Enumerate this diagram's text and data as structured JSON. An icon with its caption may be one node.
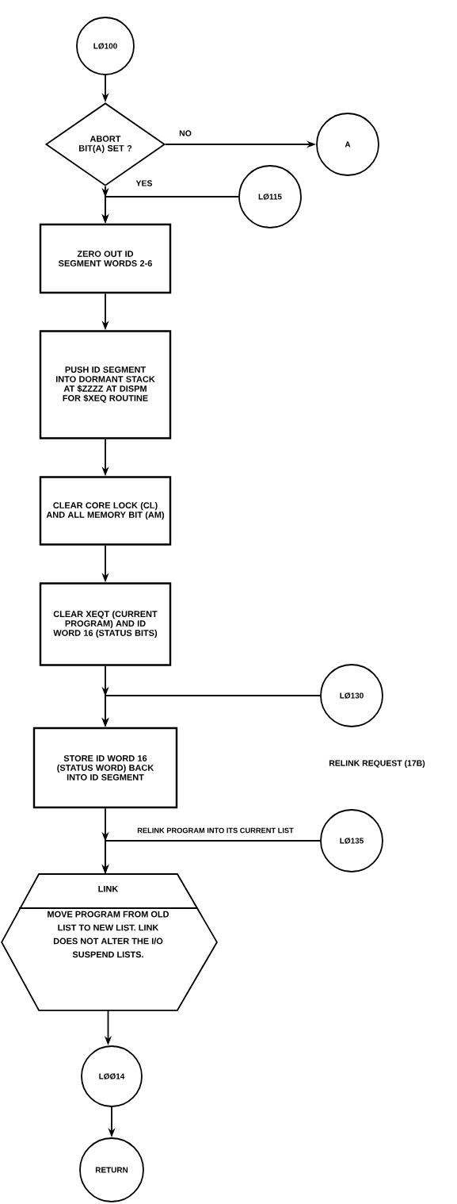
{
  "diagram": {
    "nodes": [
      {
        "text": [
          "LØ100"
        ]
      },
      {
        "text": [
          "ABORT BIT(A) SET ?"
        ]
      },
      {
        "text": [
          "A"
        ]
      },
      {
        "text": [
          "LØ115"
        ]
      },
      {
        "text": [
          "ZERO OUT ID SEGMENT WORDS 2-6"
        ]
      },
      {
        "text": [
          "PUSH ID SEGMENT INTO DORMANT STACK AT $ZZZZ AT DISPM FOR $XEQ ROUTINE"
        ]
      },
      {
        "text": [
          "CLEAR CORE LOCK (CL) AND ALL MEMORY BIT (AM)"
        ]
      },
      {
        "text": [
          "CLEAR XEQT (CURRENT PROGRAM) AND ID WORD 16 (STATUS BITS)"
        ]
      },
      {
        "text": [
          "LØ130"
        ]
      },
      {
        "text": [
          "STORE ID WORD 16 (STATUS WORD) BACK INTO ID SEGMENT"
        ]
      },
      {
        "text": [
          "LØ135"
        ]
      },
      {
        "text": [
          "LINK",
          "MOVE PROGRAM FROM OLD LIST TO NEW LIST. LINK DOES NOT ALTER THE I/O SUSPEND LISTS."
        ]
      },
      {
        "text": [
          "LØØ14"
        ]
      },
      {
        "text": [
          "RETURN"
        ]
      }
    ],
    "edges": [
      {
        "from": 0,
        "to": 1,
        "arrow": "to"
      },
      {
        "from": 1,
        "to": 2,
        "arrow": "to",
        "label": "NO"
      },
      {
        "from": 1,
        "to": 4,
        "arrow": "to",
        "label": "YES"
      },
      {
        "from": 3,
        "to": 4,
        "arrow": "to"
      },
      {
        "from": 4,
        "to": 5,
        "arrow": "to"
      },
      {
        "from": 5,
        "to": 6,
        "arrow": "to"
      },
      {
        "from": 6,
        "to": 7,
        "arrow": "to"
      },
      {
        "from": 7,
        "to": 9,
        "arrow": "to"
      },
      {
        "from": 8,
        "to": 9,
        "arrow": "to"
      },
      {
        "from": 9,
        "to": 11,
        "arrow": "to"
      },
      {
        "from": 10,
        "to": 11,
        "arrow": "to",
        "label": "RELINK PROGRAM INTO ITS CURRENT LIST"
      },
      {
        "from": 11,
        "to": 12,
        "arrow": "to"
      },
      {
        "from": 12,
        "to": 13,
        "arrow": "to"
      }
    ],
    "labels": [
      "RELINK REQUEST (17B)"
    ]
  }
}
